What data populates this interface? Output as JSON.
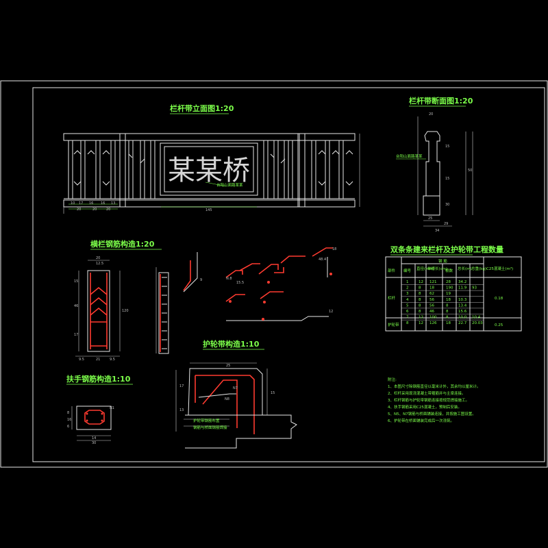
{
  "drawing": {
    "titles": {
      "elevation": "栏杆带立面图1:20",
      "section": "栏杆带断面图1:20",
      "baluster_rebar": "横栏钢筋构造1:20",
      "curb_detail": "护轮带构造1:10",
      "handrail_rebar": "扶手钢筋构造1:10",
      "table_title": "双条条建来栏杆及护轮带工程数量"
    },
    "bridge_name": "某某桥",
    "plaque_label": "台阳山面路某某",
    "elevation_dims": [
      "10",
      "17",
      "16",
      "16",
      "13",
      "20",
      "20",
      "20",
      "145"
    ],
    "section_dims": [
      "20",
      "50",
      "15",
      "15",
      "30",
      "25",
      "29",
      "34"
    ],
    "table": {
      "header_group": "钢 筋",
      "col_item": "部件",
      "col_no": "编号",
      "col_dia": "直径(mm)",
      "col_len": "单根长(cm)",
      "col_count": "根数",
      "col_total": "总长(m)",
      "col_weight": "总重(kg)",
      "col_concrete": "C25混凝土(m³)",
      "group_a": "栏杆",
      "group_b": "护轮带",
      "rows": [
        [
          "1",
          "12",
          "121",
          "28",
          "34.2",
          ""
        ],
        [
          "2",
          "8",
          "18",
          "190",
          "11.9",
          "93"
        ],
        [
          "3",
          "8",
          "62",
          "19",
          "",
          ""
        ],
        [
          "4",
          "8",
          "56",
          "18",
          "10.3",
          ""
        ],
        [
          "5",
          "8",
          "56",
          "8",
          "13.4",
          ""
        ],
        [
          "6",
          "8",
          "46",
          "8",
          "15.6",
          ""
        ],
        [
          "7",
          "12",
          "100",
          "8",
          "10.0",
          "10.4"
        ],
        [
          "8",
          "12",
          "126",
          "18",
          "22.7",
          "20.03"
        ]
      ],
      "concrete_a": "0.18",
      "concrete_b": "0.25"
    },
    "notes": {
      "heading": "附注:",
      "lines": [
        "1、本图尺寸除钢筋直径以毫米计外，其余均以厘米计。",
        "2、栏杆采用现浇混凝土带箍筋并与主梁连接。",
        "3、栏杆钢筋与护轮带钢筋连接按规范焊接施工。",
        "4、扶手钢筋采用C25混凝土，预制后安装。",
        "5、N5、N7钢筋与桥面铺装连接，并按施工图设置。",
        "6、护轮带在桥面铺装完成后一次浇筑。"
      ]
    }
  }
}
